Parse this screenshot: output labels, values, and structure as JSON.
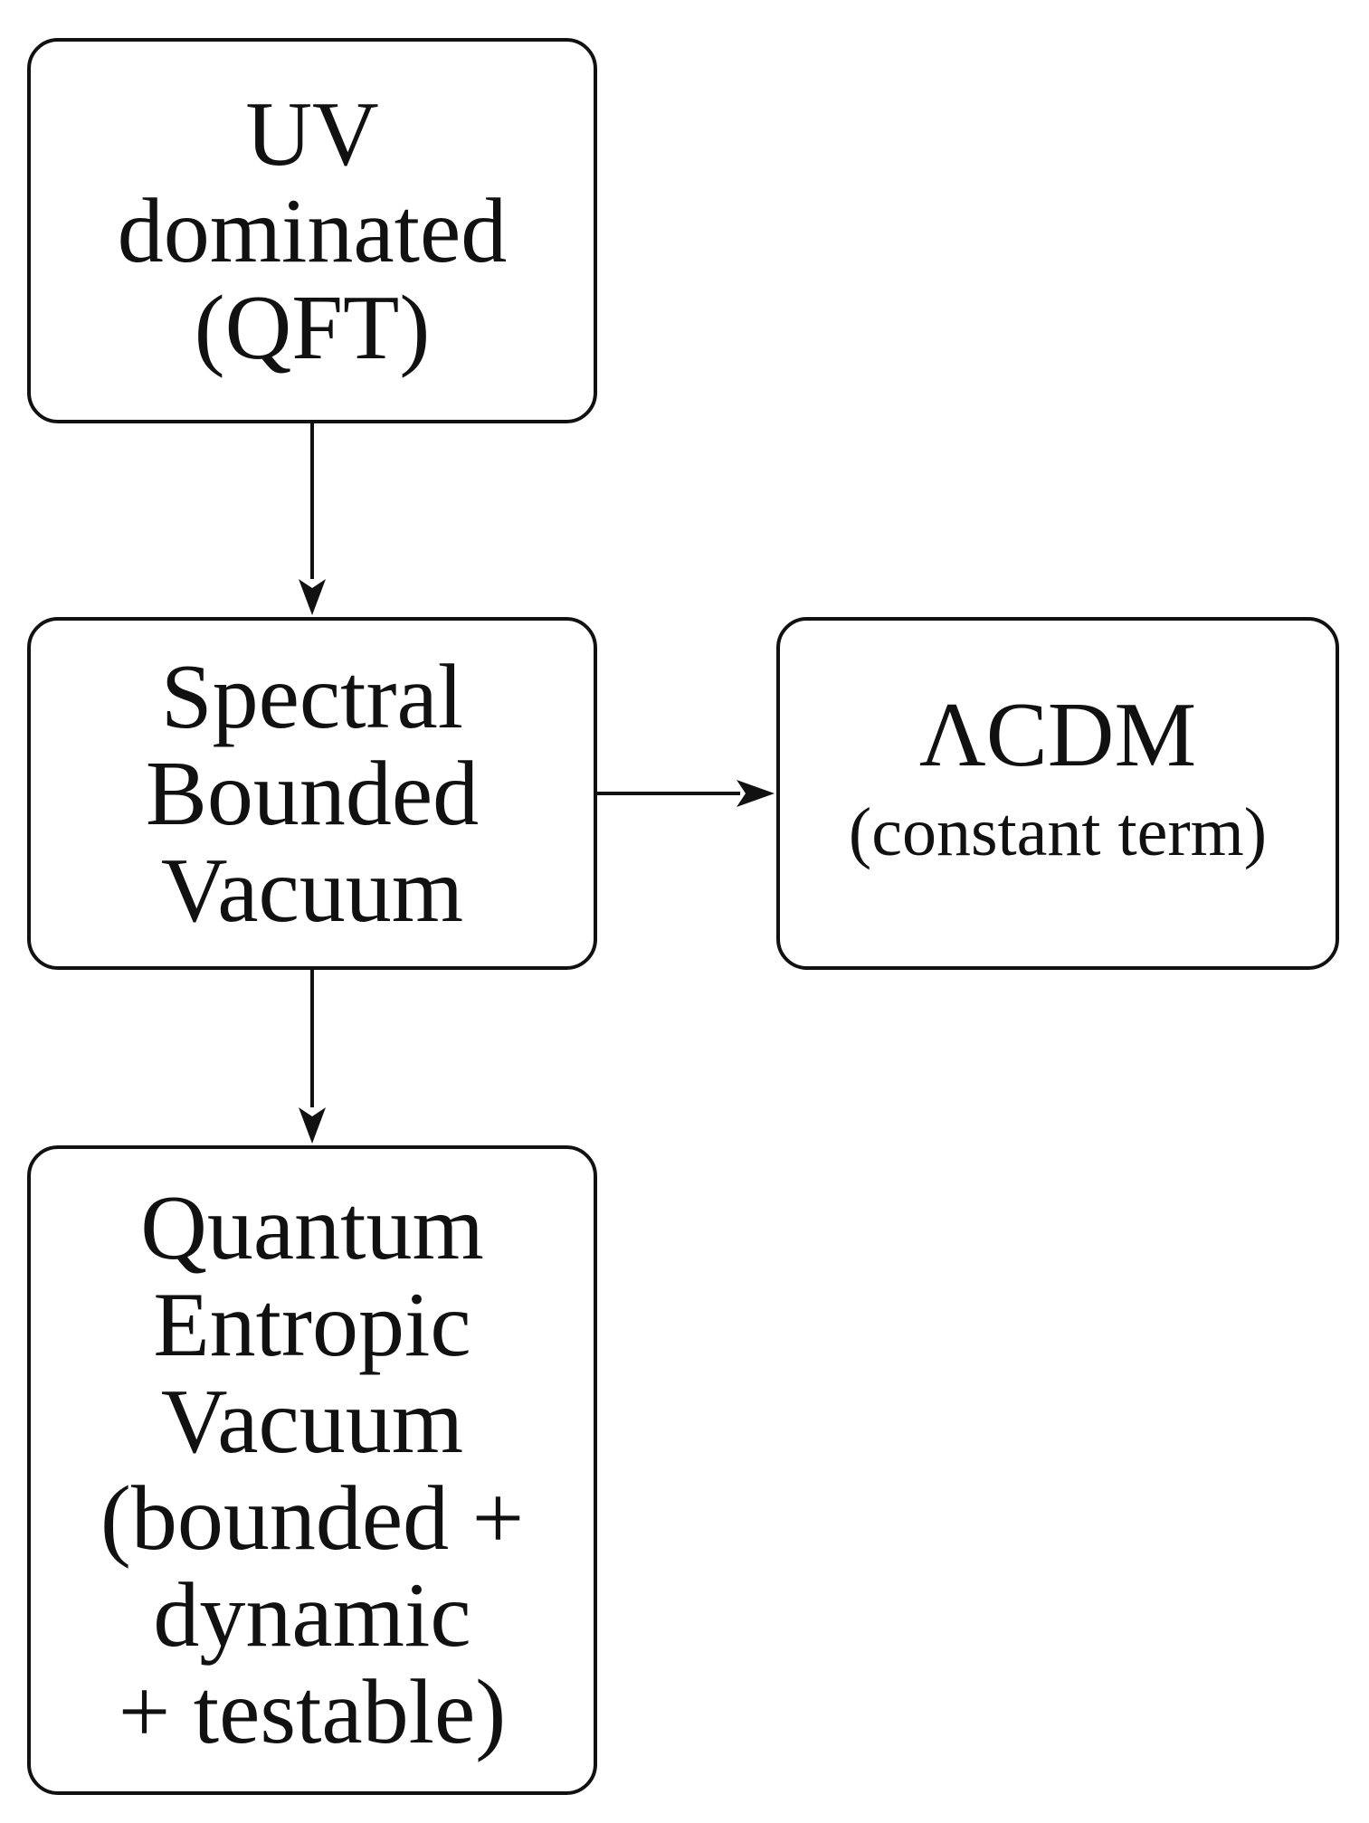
{
  "nodes": {
    "uv": {
      "lines": [
        "UV",
        "dominated",
        "(QFT)"
      ]
    },
    "spectral": {
      "lines": [
        "Spectral",
        "Bounded",
        "Vacuum"
      ]
    },
    "lcdm": {
      "title": "ΛCDM",
      "subtitle": "(constant term)"
    },
    "qev": {
      "lines": [
        "Quantum",
        "Entropic",
        "Vacuum",
        "(bounded +",
        "dynamic",
        "+ testable)"
      ]
    }
  },
  "edges": [
    {
      "from": "uv",
      "to": "spectral"
    },
    {
      "from": "spectral",
      "to": "lcdm"
    },
    {
      "from": "spectral",
      "to": "qev"
    }
  ]
}
